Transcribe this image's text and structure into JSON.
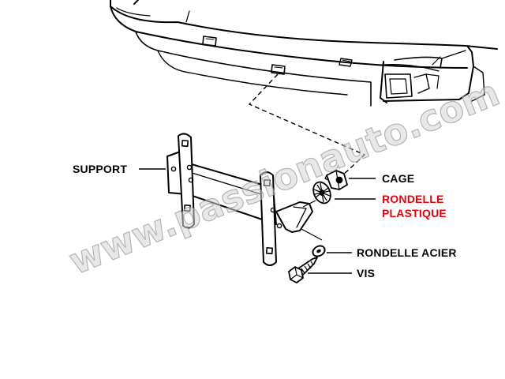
{
  "watermark": {
    "text": "www.passionauto.com"
  },
  "labels": {
    "support": "SUPPORT",
    "cage": "CAGE",
    "rondelle_plastique_line1": "RONDELLE",
    "rondelle_plastique_line2": "PLASTIQUE",
    "rondelle_acier": "RONDELLE ACIER",
    "vis": "VIS"
  },
  "colors": {
    "ink": "#000000",
    "highlight": "#e8000b",
    "watermark": "#d0d0d0"
  }
}
